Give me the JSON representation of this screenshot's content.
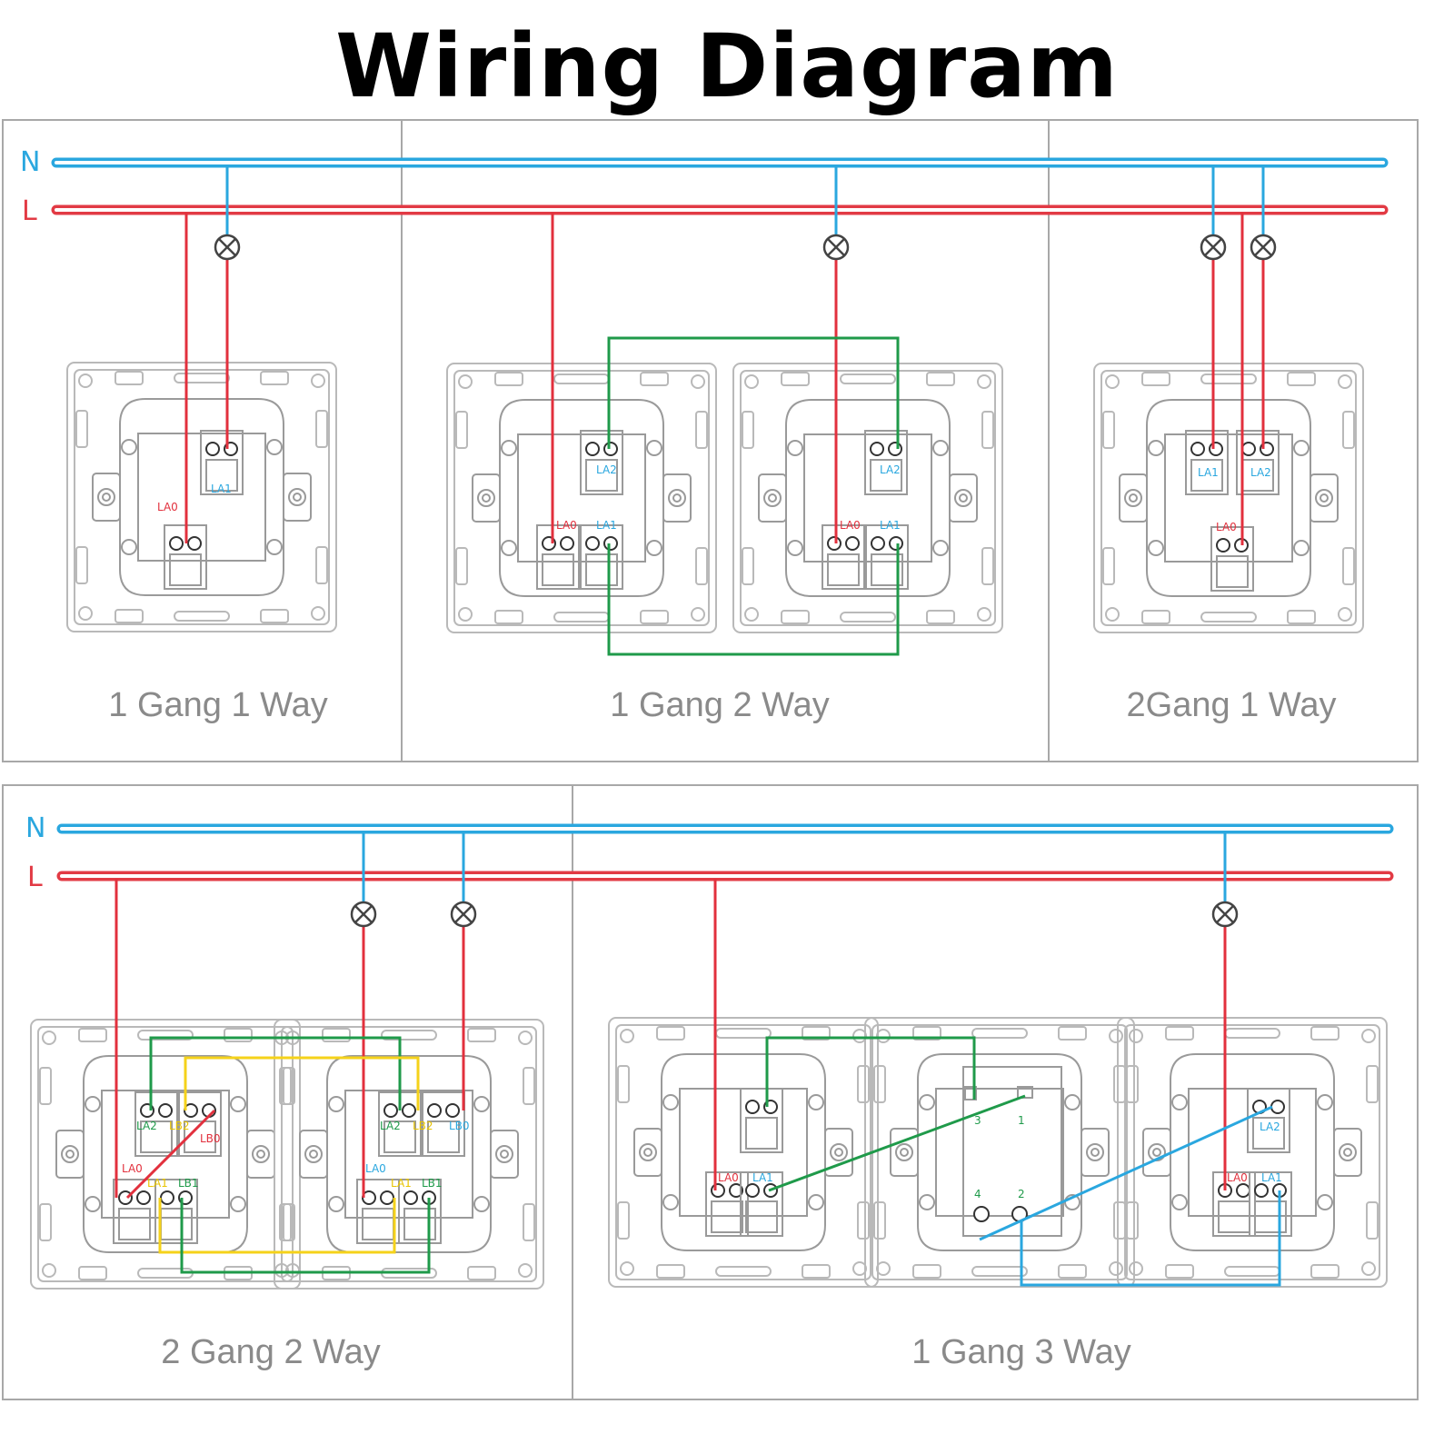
{
  "title": "Wiring Diagram",
  "bus_labels": {
    "neutral": "N",
    "live": "L"
  },
  "panels": [
    {
      "label": "1 Gang 1 Way",
      "terminals": [
        "LA1",
        "LA0"
      ]
    },
    {
      "label": "1 Gang 2 Way",
      "terminals": [
        "LA2",
        "LA0",
        "LA1",
        "LA2",
        "LA0",
        "LA1"
      ]
    },
    {
      "label": "2Gang 1 Way",
      "terminals": [
        "LA1",
        "LA2",
        "LA0"
      ]
    },
    {
      "label": "2 Gang 2 Way",
      "terminals": [
        "LA2",
        "LB2",
        "LB0",
        "LA0",
        "LA1",
        "LB1",
        "LA2",
        "LB2",
        "LB0",
        "LA0",
        "LA1",
        "LB1"
      ]
    },
    {
      "label": "1 Gang 3 Way",
      "terminals": [
        "LA0",
        "LA1",
        "3",
        "1",
        "4",
        "2",
        "LA2",
        "LA0",
        "LA1"
      ]
    }
  ],
  "colors": {
    "neutral": "#2aa7df",
    "live": "#e23a44",
    "traveler_green": "#1f9a4a",
    "traveler_yellow": "#f5d21a"
  }
}
